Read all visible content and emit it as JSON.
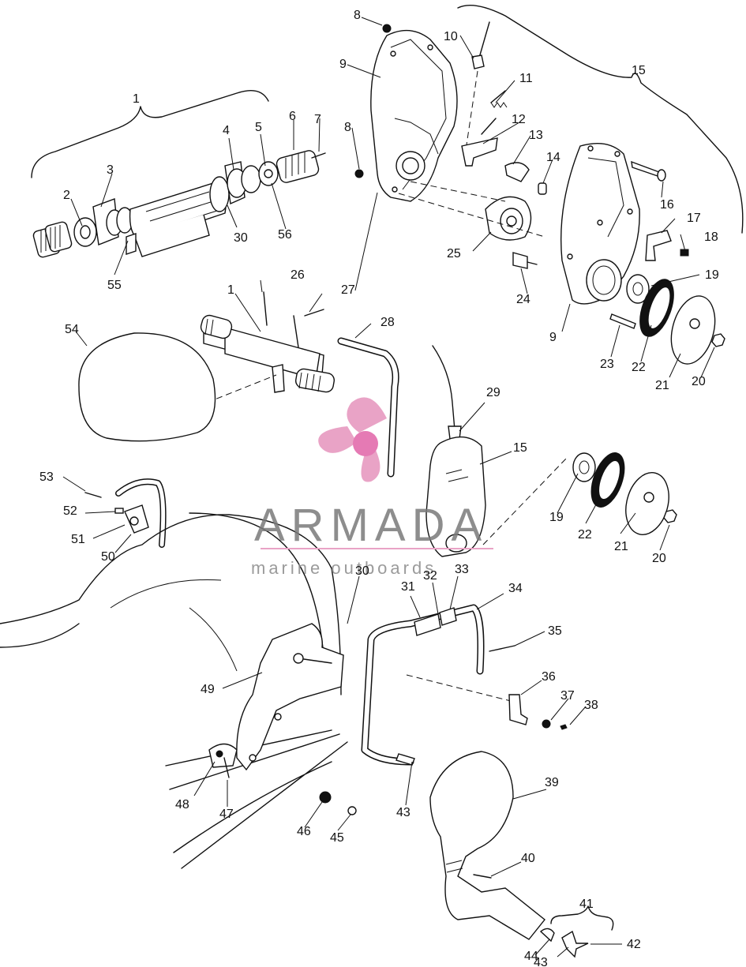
{
  "watermark": {
    "brand": "ARMADA",
    "tagline": "marine outboards",
    "logo_color": "#e9a3c6",
    "logo_center_color": "#e57ab4",
    "text_color": "#7a7a7a"
  },
  "callouts": {
    "c1a": "1",
    "c1b": "1",
    "c2": "2",
    "c3": "3",
    "c4": "4",
    "c5": "5",
    "c6": "6",
    "c7": "7",
    "c8a": "8",
    "c8b": "8",
    "c9a": "9",
    "c9b": "9",
    "c10": "10",
    "c11": "11",
    "c12": "12",
    "c13": "13",
    "c14": "14",
    "c15a": "15",
    "c15b": "15",
    "c16": "16",
    "c17": "17",
    "c18": "18",
    "c19a": "19",
    "c19b": "19",
    "c20a": "20",
    "c20b": "20",
    "c21a": "21",
    "c21b": "21",
    "c22a": "22",
    "c22b": "22",
    "c23": "23",
    "c24": "24",
    "c25": "25",
    "c26": "26",
    "c27": "27",
    "c28": "28",
    "c29": "29",
    "c30a": "30",
    "c30b": "30",
    "c31": "31",
    "c32": "32",
    "c33": "33",
    "c34": "34",
    "c35": "35",
    "c36": "36",
    "c37": "37",
    "c38": "38",
    "c39": "39",
    "c40": "40",
    "c41": "41",
    "c42": "42",
    "c43a": "43",
    "c43b": "43",
    "c44": "44",
    "c45": "45",
    "c46": "46",
    "c47": "47",
    "c48": "48",
    "c49": "49",
    "c50": "50",
    "c51": "51",
    "c52": "52",
    "c53": "53",
    "c54": "54",
    "c55": "55",
    "c56": "56"
  }
}
